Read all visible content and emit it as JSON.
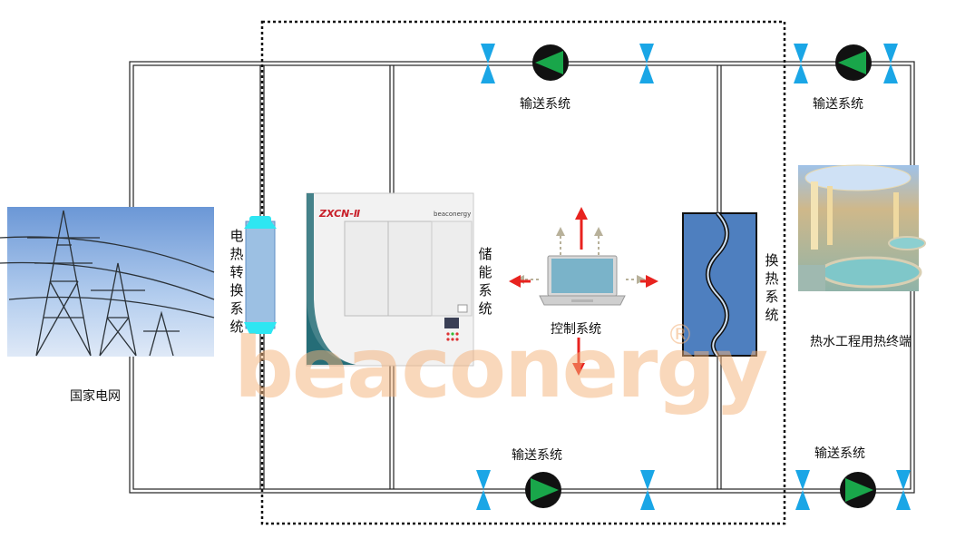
{
  "labels": {
    "grid": "国家电网",
    "electric_heat": "电热转换系统",
    "storage": "储能系统",
    "control": "控制系统",
    "heat_exchange": "换热系统",
    "terminal": "热水工程用热终端",
    "transport_top_1": "输送系统",
    "transport_top_2": "输送系统",
    "transport_bottom_1": "输送系统",
    "transport_bottom_2": "输送系统"
  },
  "machine": {
    "model": "ZXCN-Ⅱ",
    "brand": "beaconergy"
  },
  "watermark": {
    "text": "beaconergy",
    "mark": "®"
  },
  "colors": {
    "pipe": "#222222",
    "valve": "#1aa6e6",
    "pump": "#19a64a",
    "arrow": "#e8231f",
    "exchanger": "#4e7fbf",
    "watermark": "#f4b27a"
  },
  "icons": [
    "valve-icon",
    "pump-icon",
    "laptop-icon",
    "arrow-icon",
    "heat-exchanger-icon",
    "power-tower-photo",
    "pool-photo"
  ]
}
